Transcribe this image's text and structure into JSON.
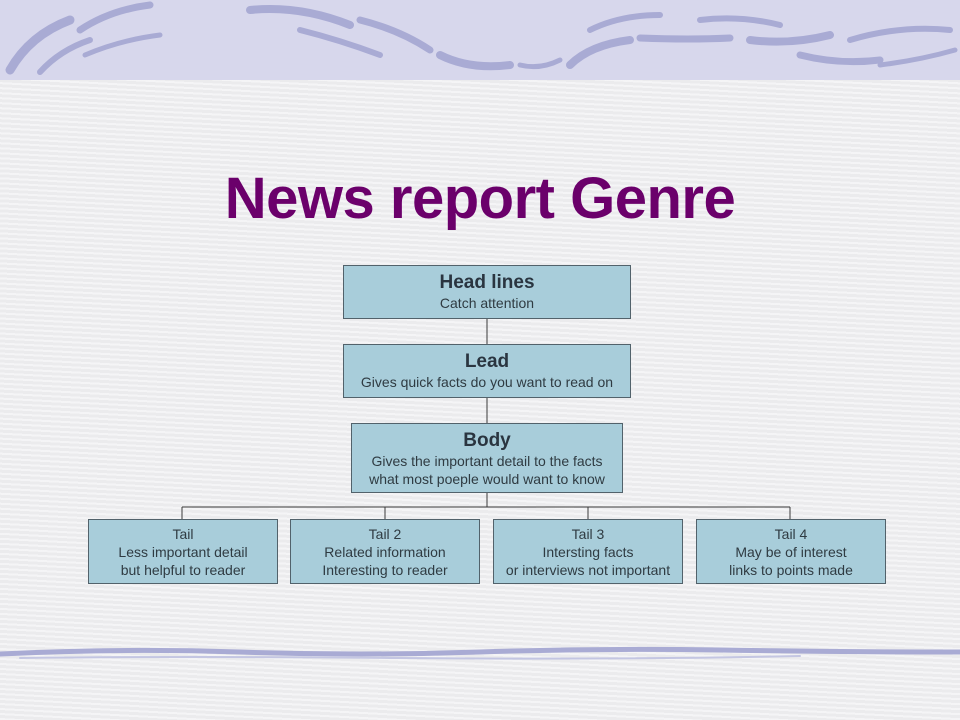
{
  "slide_title": "News report Genre",
  "colors": {
    "title": "#6b006b",
    "box_fill": "#a8cdda",
    "box_border": "#52626b",
    "band": "#d7d7ec"
  },
  "chart": {
    "headlines": {
      "title": "Head lines",
      "lines": [
        "Catch attention"
      ]
    },
    "lead": {
      "title": "Lead",
      "lines": [
        "Gives quick facts do you want to read on"
      ]
    },
    "body": {
      "title": "Body",
      "lines": [
        "Gives the important detail to the facts",
        "what most poeple would want to know"
      ]
    },
    "tails": [
      {
        "lines": [
          "Tail",
          "Less important detail",
          "but helpful to reader"
        ]
      },
      {
        "lines": [
          "Tail 2",
          "Related information",
          "Interesting to reader"
        ]
      },
      {
        "lines": [
          "Tail 3",
          "Intersting facts",
          "or interviews not important"
        ]
      },
      {
        "lines": [
          "Tail 4",
          "May be of interest",
          "links to points made"
        ]
      }
    ]
  }
}
